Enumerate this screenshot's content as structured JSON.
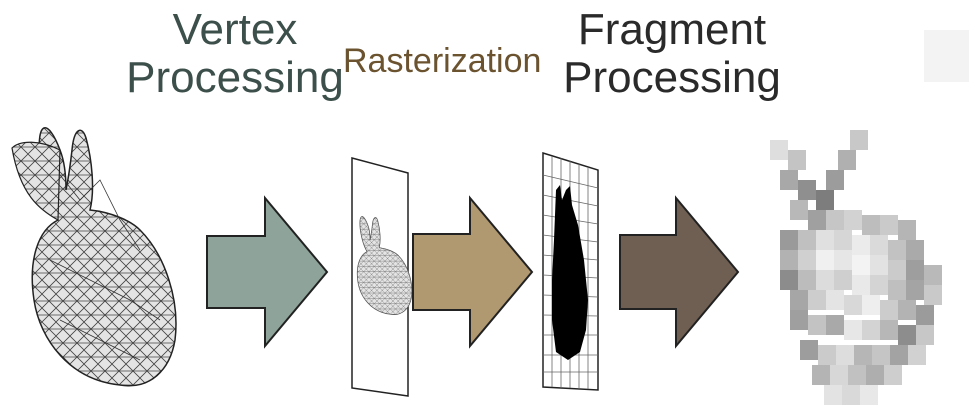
{
  "stages": {
    "vertex": {
      "line1": "Vertex",
      "line2": "Processing"
    },
    "rasterization": {
      "label": "Rasterization"
    },
    "fragment": {
      "line1": "Fragment",
      "line2": "Processing"
    }
  },
  "colors": {
    "vertex_text": "#3c4f4a",
    "raster_text": "#6b5330",
    "fragment_text": "#2a2a2a",
    "arrow_vertex": "#8ea39a",
    "arrow_raster": "#b09870",
    "arrow_fragment": "#6f5e52",
    "arrow_outline": "#222222"
  },
  "icons": {
    "input_model": "mesh-bunny-icon",
    "vertex_arrow": "arrow-right-icon",
    "projected_model": "projected-bunny-icon",
    "raster_arrow": "arrow-right-icon",
    "raster_grid": "pixel-grid-bunny-icon",
    "fragment_arrow": "arrow-right-icon",
    "output_image": "pixelated-bunny-icon"
  }
}
